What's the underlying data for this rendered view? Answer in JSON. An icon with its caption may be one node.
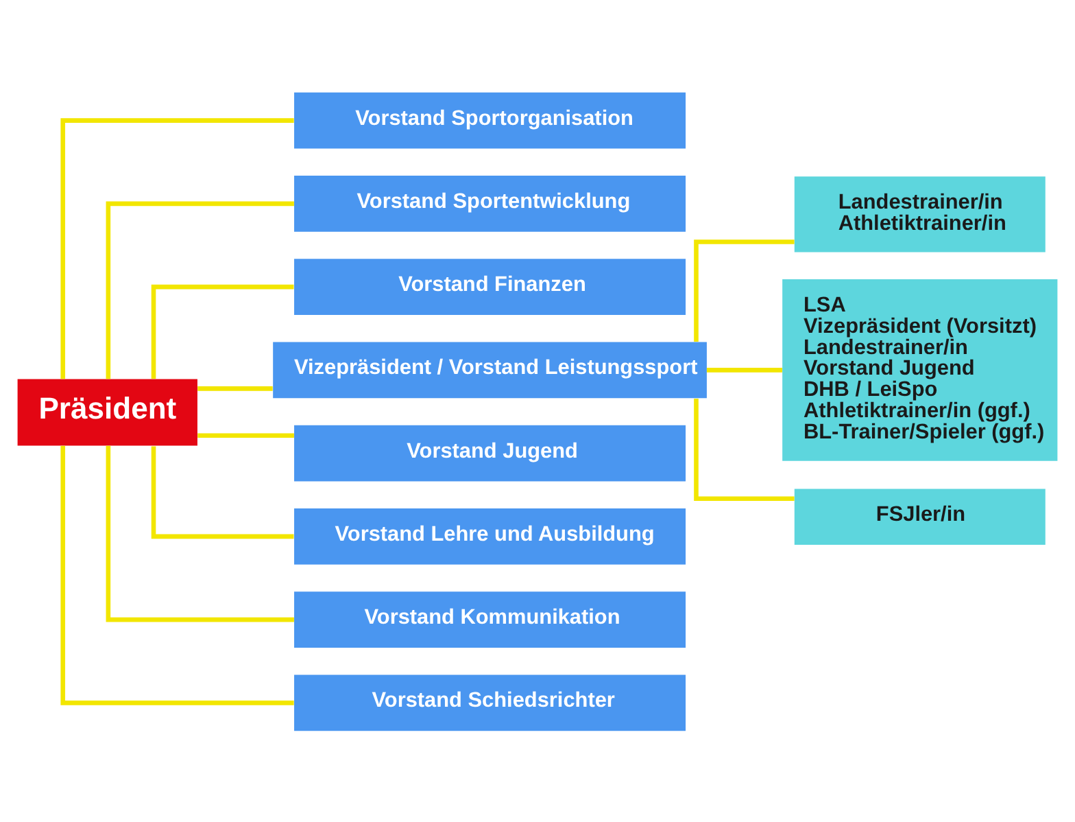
{
  "diagram": {
    "nodes": [
      {
        "text": [
          "Präsident"
        ]
      },
      {
        "text": [
          "Vorstand Sportorganisation"
        ]
      },
      {
        "text": [
          "Vorstand Sportentwicklung"
        ]
      },
      {
        "text": [
          "Vorstand Finanzen"
        ]
      },
      {
        "text": [
          "Vizepräsident / Vorstand Leistungssport"
        ]
      },
      {
        "text": [
          "Vorstand Jugend"
        ]
      },
      {
        "text": [
          "Vorstand Lehre und Ausbildung"
        ]
      },
      {
        "text": [
          "Vorstand Kommunikation"
        ]
      },
      {
        "text": [
          "Vorstand Schiedsrichter"
        ]
      },
      {
        "text": [
          "Landestrainer/in",
          "Athletiktrainer/in"
        ]
      },
      {
        "text": [
          "LSA",
          "Vizepräsident (Vorsitzt)",
          "Landestrainer/in",
          "Vorstand Jugend",
          "DHB / LeiSpo",
          "Athletiktrainer/in (ggf.)",
          "BL-Trainer/Spieler (ggf.)"
        ]
      },
      {
        "text": [
          "FSJler/in"
        ]
      }
    ],
    "edges": [
      {
        "from": 0,
        "to": 1,
        "arrow": "none"
      },
      {
        "from": 0,
        "to": 2,
        "arrow": "none"
      },
      {
        "from": 0,
        "to": 3,
        "arrow": "none"
      },
      {
        "from": 0,
        "to": 4,
        "arrow": "none"
      },
      {
        "from": 0,
        "to": 5,
        "arrow": "none"
      },
      {
        "from": 0,
        "to": 6,
        "arrow": "none"
      },
      {
        "from": 0,
        "to": 7,
        "arrow": "none"
      },
      {
        "from": 0,
        "to": 8,
        "arrow": "none"
      },
      {
        "from": 4,
        "to": 9,
        "arrow": "none"
      },
      {
        "from": 4,
        "to": 10,
        "arrow": "none"
      },
      {
        "from": 4,
        "to": 11,
        "arrow": "none"
      }
    ]
  }
}
